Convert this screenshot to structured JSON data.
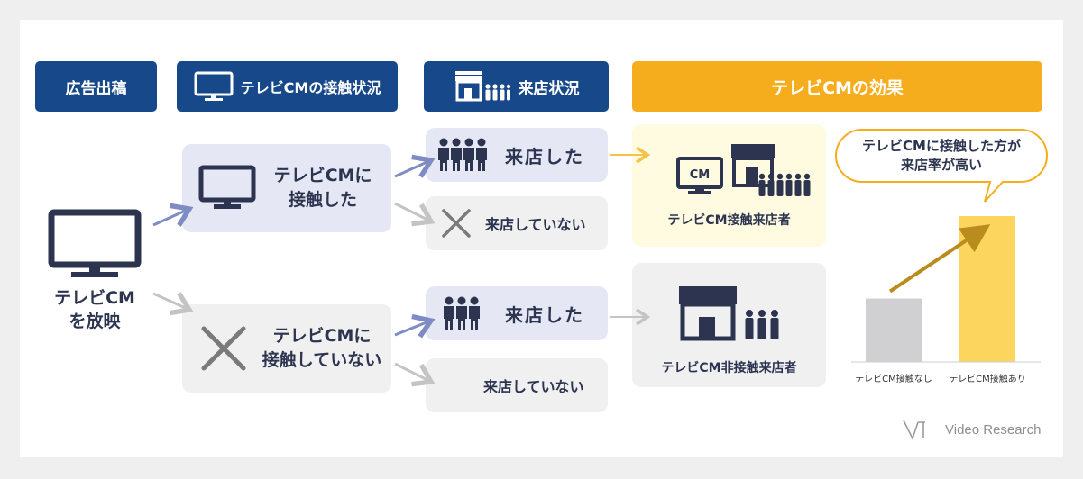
{
  "headers": {
    "ad": "広告出稿",
    "exposure": "テレビCMの接触状況",
    "visit": "来店状況",
    "effect": "テレビCMの効果"
  },
  "broadcast": {
    "line1": "テレビCM",
    "line2": "を放映"
  },
  "exposed": {
    "line1": "テレビCMに",
    "line2": "接触した"
  },
  "not_exposed": {
    "line1": "テレビCMに",
    "line2": "接触していない"
  },
  "visits": {
    "visited_exposed": "来店した",
    "not_visited_exposed": "来店していない",
    "visited_not_exposed": "来店した",
    "not_visited_not_exposed": "来店していない"
  },
  "effect": {
    "tv_icon_label": "CM",
    "exposed_visitors": "テレビCM接触来店者",
    "non_exposed_visitors": "テレビCM非接触来店者",
    "callout_line1": "テレビCMに接触した方が",
    "callout_line2": "来店率が高い"
  },
  "chart_data": {
    "type": "bar",
    "categories": [
      "テレビCM接触なし",
      "テレビCM接触あり"
    ],
    "values": [
      1,
      2.3
    ],
    "colors": [
      "#d0d0d2",
      "#fbd55d"
    ]
  },
  "brand": {
    "name": "Video Research"
  },
  "colors": {
    "navy": "#17498a",
    "orange": "#f6ad1d",
    "icon_dark": "#2c3450",
    "arrow_blue": "#7f8cc4",
    "arrow_grey": "#c4c4c4",
    "arrow_gold": "#c4941a"
  }
}
